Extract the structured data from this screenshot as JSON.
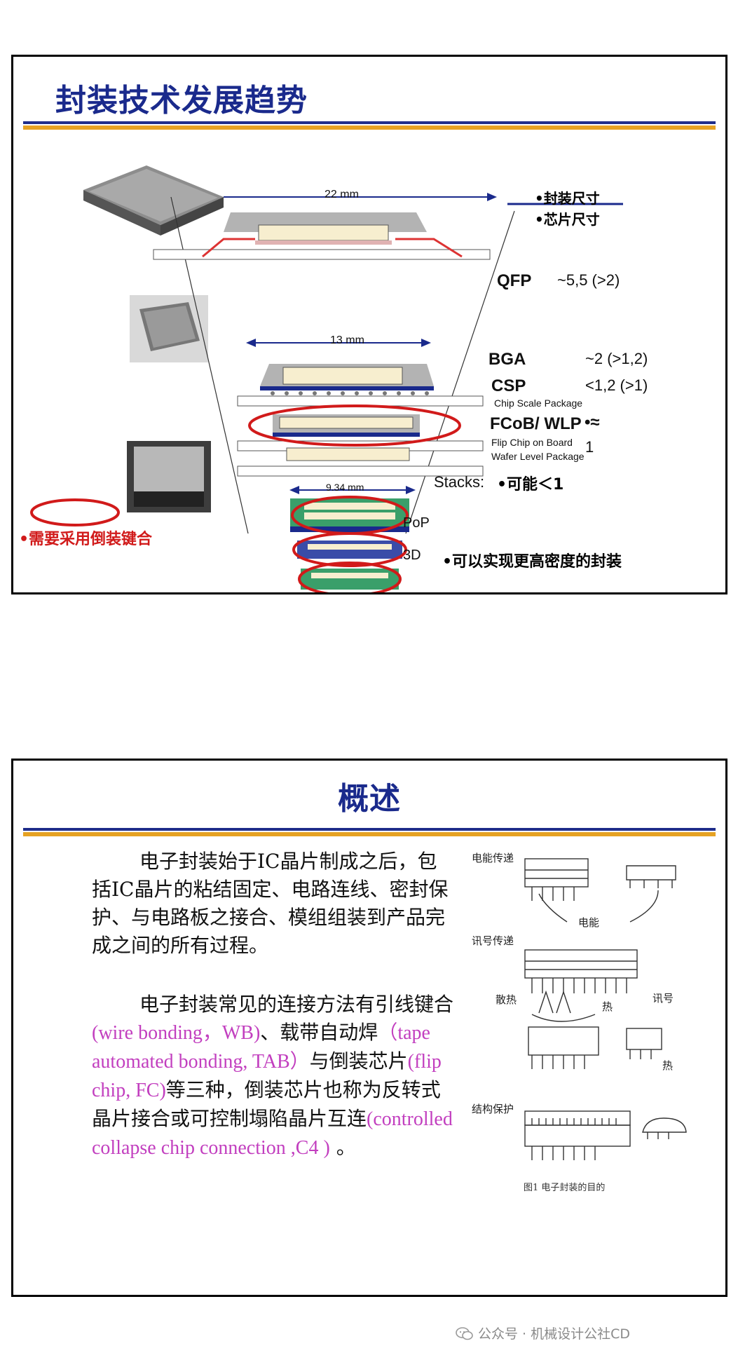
{
  "slide1": {
    "title": "封装技术发展趋势",
    "legend": {
      "package_size": "•封装尺寸",
      "chip_size": "•芯片尺寸"
    },
    "dimensions": {
      "qfp": "22 mm",
      "bga": "13 mm",
      "stack": "9.34 mm"
    },
    "packages": [
      {
        "name": "QFP",
        "ratio": "~5,5 (>2)"
      },
      {
        "name": "BGA",
        "ratio": "~2 (>1,2)"
      },
      {
        "name": "CSP",
        "ratio": "<1,2 (>1)",
        "sub": "Chip Scale Package"
      },
      {
        "name": "FCoB/ WLP",
        "ratio": "•≈",
        "sub1": "Flip Chip on Board",
        "sub2": "Wafer Level Package",
        "extra": "1"
      },
      {
        "name": "Stacks:",
        "ratio": "•可能＜1"
      },
      {
        "name": "PoP"
      },
      {
        "name": "3D"
      }
    ],
    "note_flipchip": "•需要采用倒装键合",
    "note_density": "•可以实现更高密度的封装",
    "colors": {
      "title": "#1a2a8c",
      "highlight": "#d11a1a",
      "rule_blue": "#1f2d8a",
      "rule_gold": "#e6a223"
    }
  },
  "slide2": {
    "title": "概述",
    "para1": "电子封装始于IC晶片制成之后，包括IC晶片的粘结固定、电路连线、密封保护、与电路板之接合、模组组装到产品完成之间的所有过程。",
    "para2": {
      "p1": "电子封装常见的连接方法有引线键合",
      "en1": "(wire bonding，WB)",
      "p2": "、载带自动焊",
      "en2": "（tape automated bonding, TAB）",
      "p3": "与倒装芯片",
      "en3": "(flip chip, FC)",
      "p4": "等三种，倒装芯片也称为反转式晶片接合或可控制塌陷晶片互连",
      "en4": "(controlled collapse chip connection ,C4 )",
      "p5": " 。"
    },
    "figure": {
      "power": "电能传递",
      "power_word": "电能",
      "signal": "讯号传递",
      "signal_word": "讯号",
      "heat": "散热",
      "heat_word1": "热",
      "heat_word2": "热",
      "protect": "结构保护",
      "caption": "图1  电子封装的目的"
    }
  },
  "footer": {
    "text": "公众号 · 机械设计公社CD"
  }
}
